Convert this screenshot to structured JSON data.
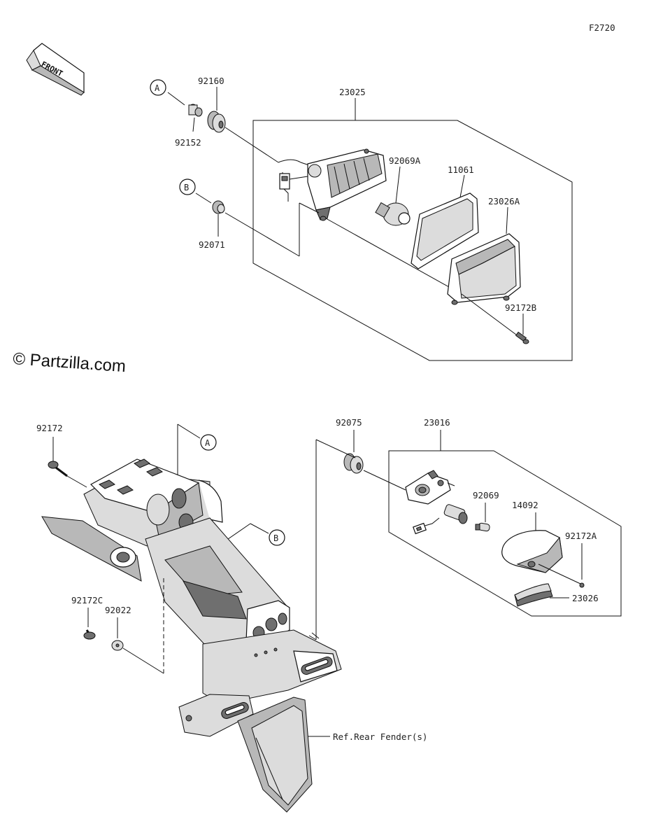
{
  "figure_code": "F2720",
  "watermark": "© Partzilla.com",
  "front_label": "FRONT",
  "callouts": {
    "a": "A",
    "b": "B"
  },
  "parts": {
    "p92160": "92160",
    "p92152": "92152",
    "p23025": "23025",
    "p92069A": "92069A",
    "p11061": "11061",
    "p23026A": "23026A",
    "p92071": "92071",
    "p92172B": "92172B",
    "p92172": "92172",
    "p92075": "92075",
    "p23016": "23016",
    "p92069": "92069",
    "p14092": "14092",
    "p92172A": "92172A",
    "p23026": "23026",
    "p92172C": "92172C",
    "p92022": "92022"
  },
  "reference_note": "Ref.Rear Fender(s)"
}
